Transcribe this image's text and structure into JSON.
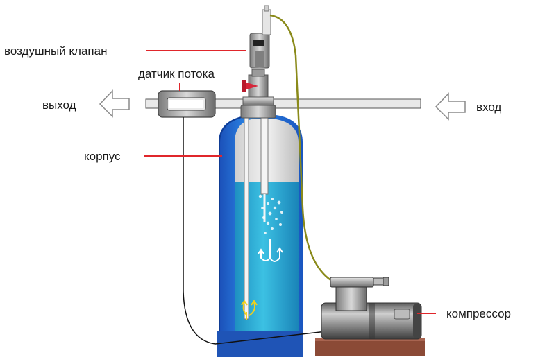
{
  "labels": {
    "air_valve": "воздушный клапан",
    "flow_sensor": "датчик потока",
    "outlet": "выход",
    "inlet": "вход",
    "housing": "корпус",
    "compressor": "компрессор"
  },
  "colors": {
    "leader_line": "#e0262b",
    "tank_blue": "#1f6fd1",
    "water": "#22a9d4",
    "air_tube": "#8a8a1a",
    "compressor_base": "#8b4a36"
  }
}
